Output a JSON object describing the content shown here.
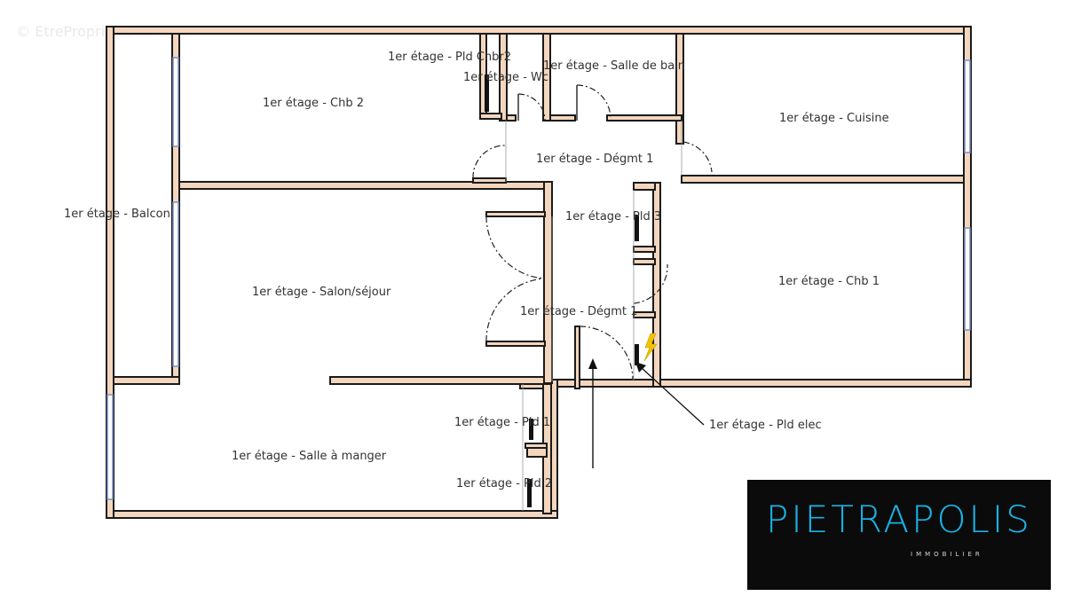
{
  "watermark": "© EtreProprio.com",
  "rooms": {
    "pld_chbr2": "1er étage - Pld Chbr2",
    "wc": "1er étage - Wc",
    "salle_de_bain": "1er étage - Salle de bain",
    "chb2": "1er étage - Chb 2",
    "cuisine": "1er étage - Cuisine",
    "degmt1_top": "1er étage - Dégmt 1",
    "balcon": "1er étage - Balcon",
    "pld3": "1er étage - Pld 3",
    "salon": "1er étage - Salon/séjour",
    "chb1": "1er étage - Chb 1",
    "degmt1_bottom": "1er étage - Dégmt 1",
    "pld1": "1er étage - Pld 1",
    "salle_a_manger": "1er étage - Salle à manger",
    "pld2": "1er étage - Pld 2",
    "pld_elec": "1er étage - Pld elec"
  },
  "logo": {
    "name": "PIETRAPOLIS",
    "subtitle": "IMMOBILIER",
    "text_color": "#18b3e8",
    "background": "#0b0b0b"
  },
  "colors": {
    "wall_fill": "#f3d6bd",
    "wall_outline": "#1a1a1a",
    "window": "#7a8fc8",
    "electric_icon": "#f2c200"
  },
  "icons": {
    "entrance": "entrance-arrow-icon",
    "electric": "lightning-bolt-icon"
  }
}
